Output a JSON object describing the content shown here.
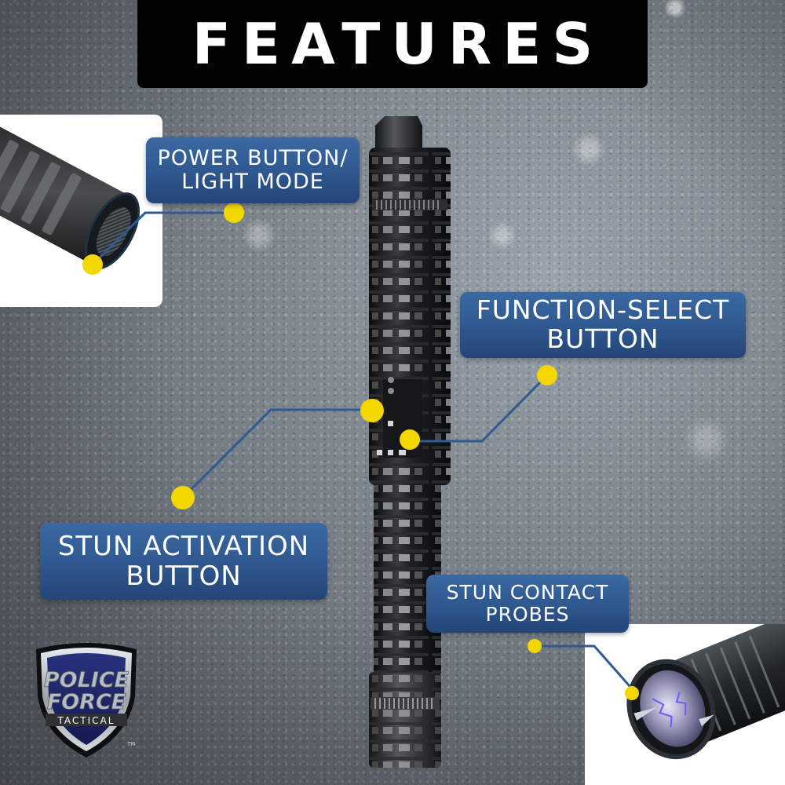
{
  "header": {
    "title": "FEATURES"
  },
  "callouts": [
    {
      "id": "power",
      "lines": [
        "POWER BUTTON/",
        "LIGHT MODE"
      ]
    },
    {
      "id": "function",
      "lines": [
        "FUNCTION-SELECT",
        "BUTTON"
      ]
    },
    {
      "id": "stun",
      "lines": [
        "STUN ACTIVATION",
        "BUTTON"
      ]
    },
    {
      "id": "probes",
      "lines": [
        "STUN CONTACT",
        "PROBES"
      ]
    }
  ],
  "logo": {
    "line1": "POLICE",
    "line2": "FORCE",
    "line3": "TACTICAL",
    "trademark": "TM"
  },
  "colors": {
    "label_blue": "#2e578e",
    "connector_blue": "#2f5a92",
    "dot_yellow": "#f2d700",
    "title_bg": "#020202",
    "shield_navy": "#1b2366"
  }
}
